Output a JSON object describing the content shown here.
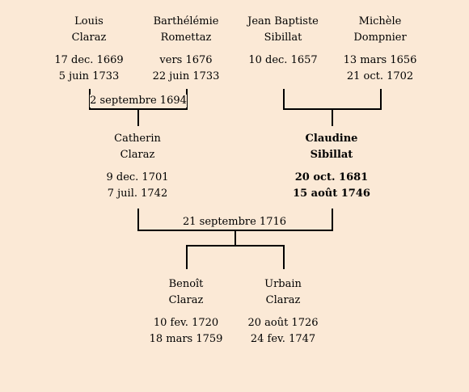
{
  "persons": {
    "louis": {
      "first": "Louis",
      "last": "Claraz",
      "birth": "17 dec. 1669",
      "death": "5 juin 1733"
    },
    "barthelemie": {
      "first": "Barthélémie",
      "last": "Romettaz",
      "birth": "vers 1676",
      "death": "22 juin 1733"
    },
    "jean_baptiste": {
      "first": "Jean Baptiste",
      "last": "Sibillat",
      "birth": "10 dec. 1657",
      "death": ""
    },
    "michele": {
      "first": "Michèle",
      "last": "Dompnier",
      "birth": "13 mars 1656",
      "death": "21 oct. 1702"
    },
    "catherin": {
      "first": "Catherin",
      "last": "Claraz",
      "birth": "9 dec. 1701",
      "death": "7 juil. 1742"
    },
    "claudine": {
      "first": "Claudine",
      "last": "Sibillat",
      "birth": "20 oct. 1681",
      "death": "15 août 1746"
    },
    "benoit": {
      "first": "Benoît",
      "last": "Claraz",
      "birth": "10 fev. 1720",
      "death": "18 mars 1759"
    },
    "urbain": {
      "first": "Urbain",
      "last": "Claraz",
      "birth": "20 août 1726",
      "death": "24 fev. 1747"
    }
  },
  "marriages": {
    "louis_barthelemie": "2 septembre 1694",
    "catherin_claudine": "21 septembre 1716"
  }
}
